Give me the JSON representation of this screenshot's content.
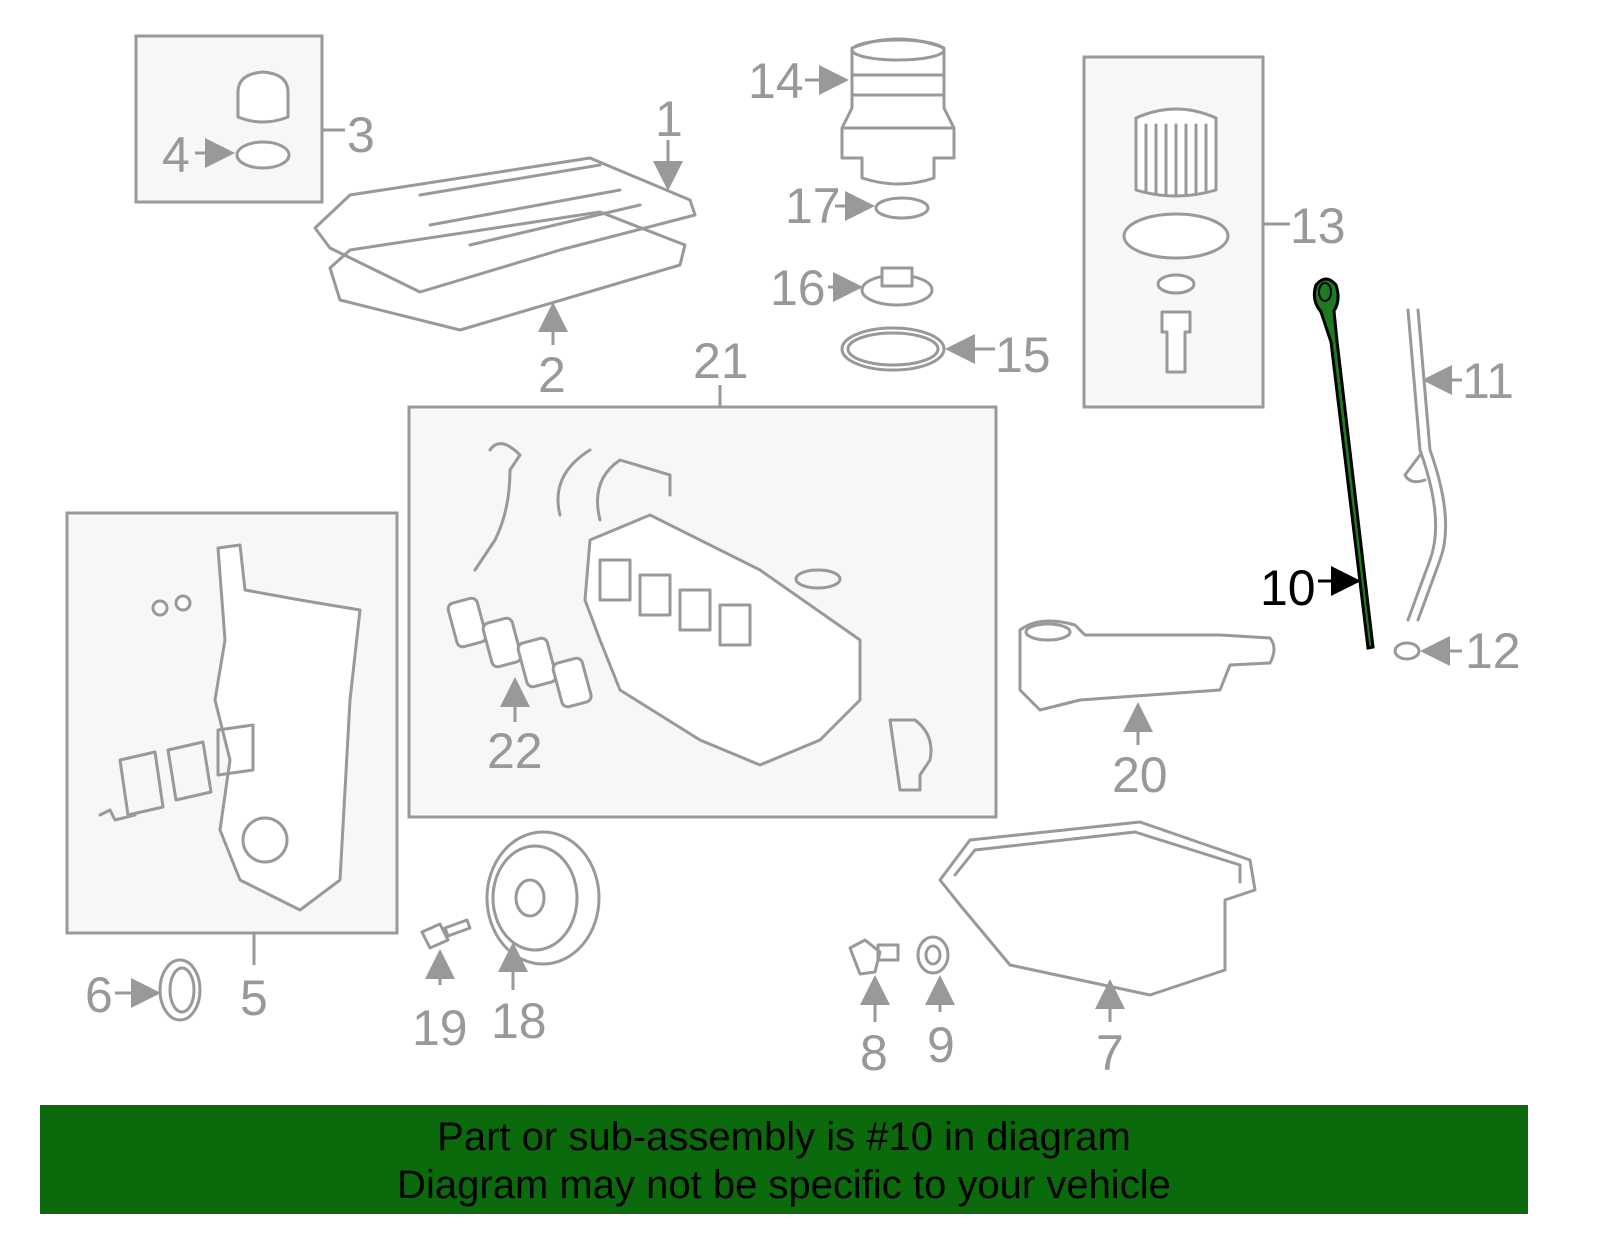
{
  "diagram": {
    "highlight_color": "#0b6a0b",
    "highlighted_part": "10",
    "labels": {
      "p1": "1",
      "p2": "2",
      "p3": "3",
      "p4": "4",
      "p5": "5",
      "p6": "6",
      "p7": "7",
      "p8": "8",
      "p9": "9",
      "p10": "10",
      "p11": "11",
      "p12": "12",
      "p13": "13",
      "p14": "14",
      "p15": "15",
      "p16": "16",
      "p17": "17",
      "p18": "18",
      "p19": "19",
      "p20": "20",
      "p21": "21",
      "p22": "22"
    }
  },
  "banner": {
    "line1": "Part or sub-assembly is #10 in diagram",
    "line2": "Diagram may not be specific to your vehicle"
  }
}
